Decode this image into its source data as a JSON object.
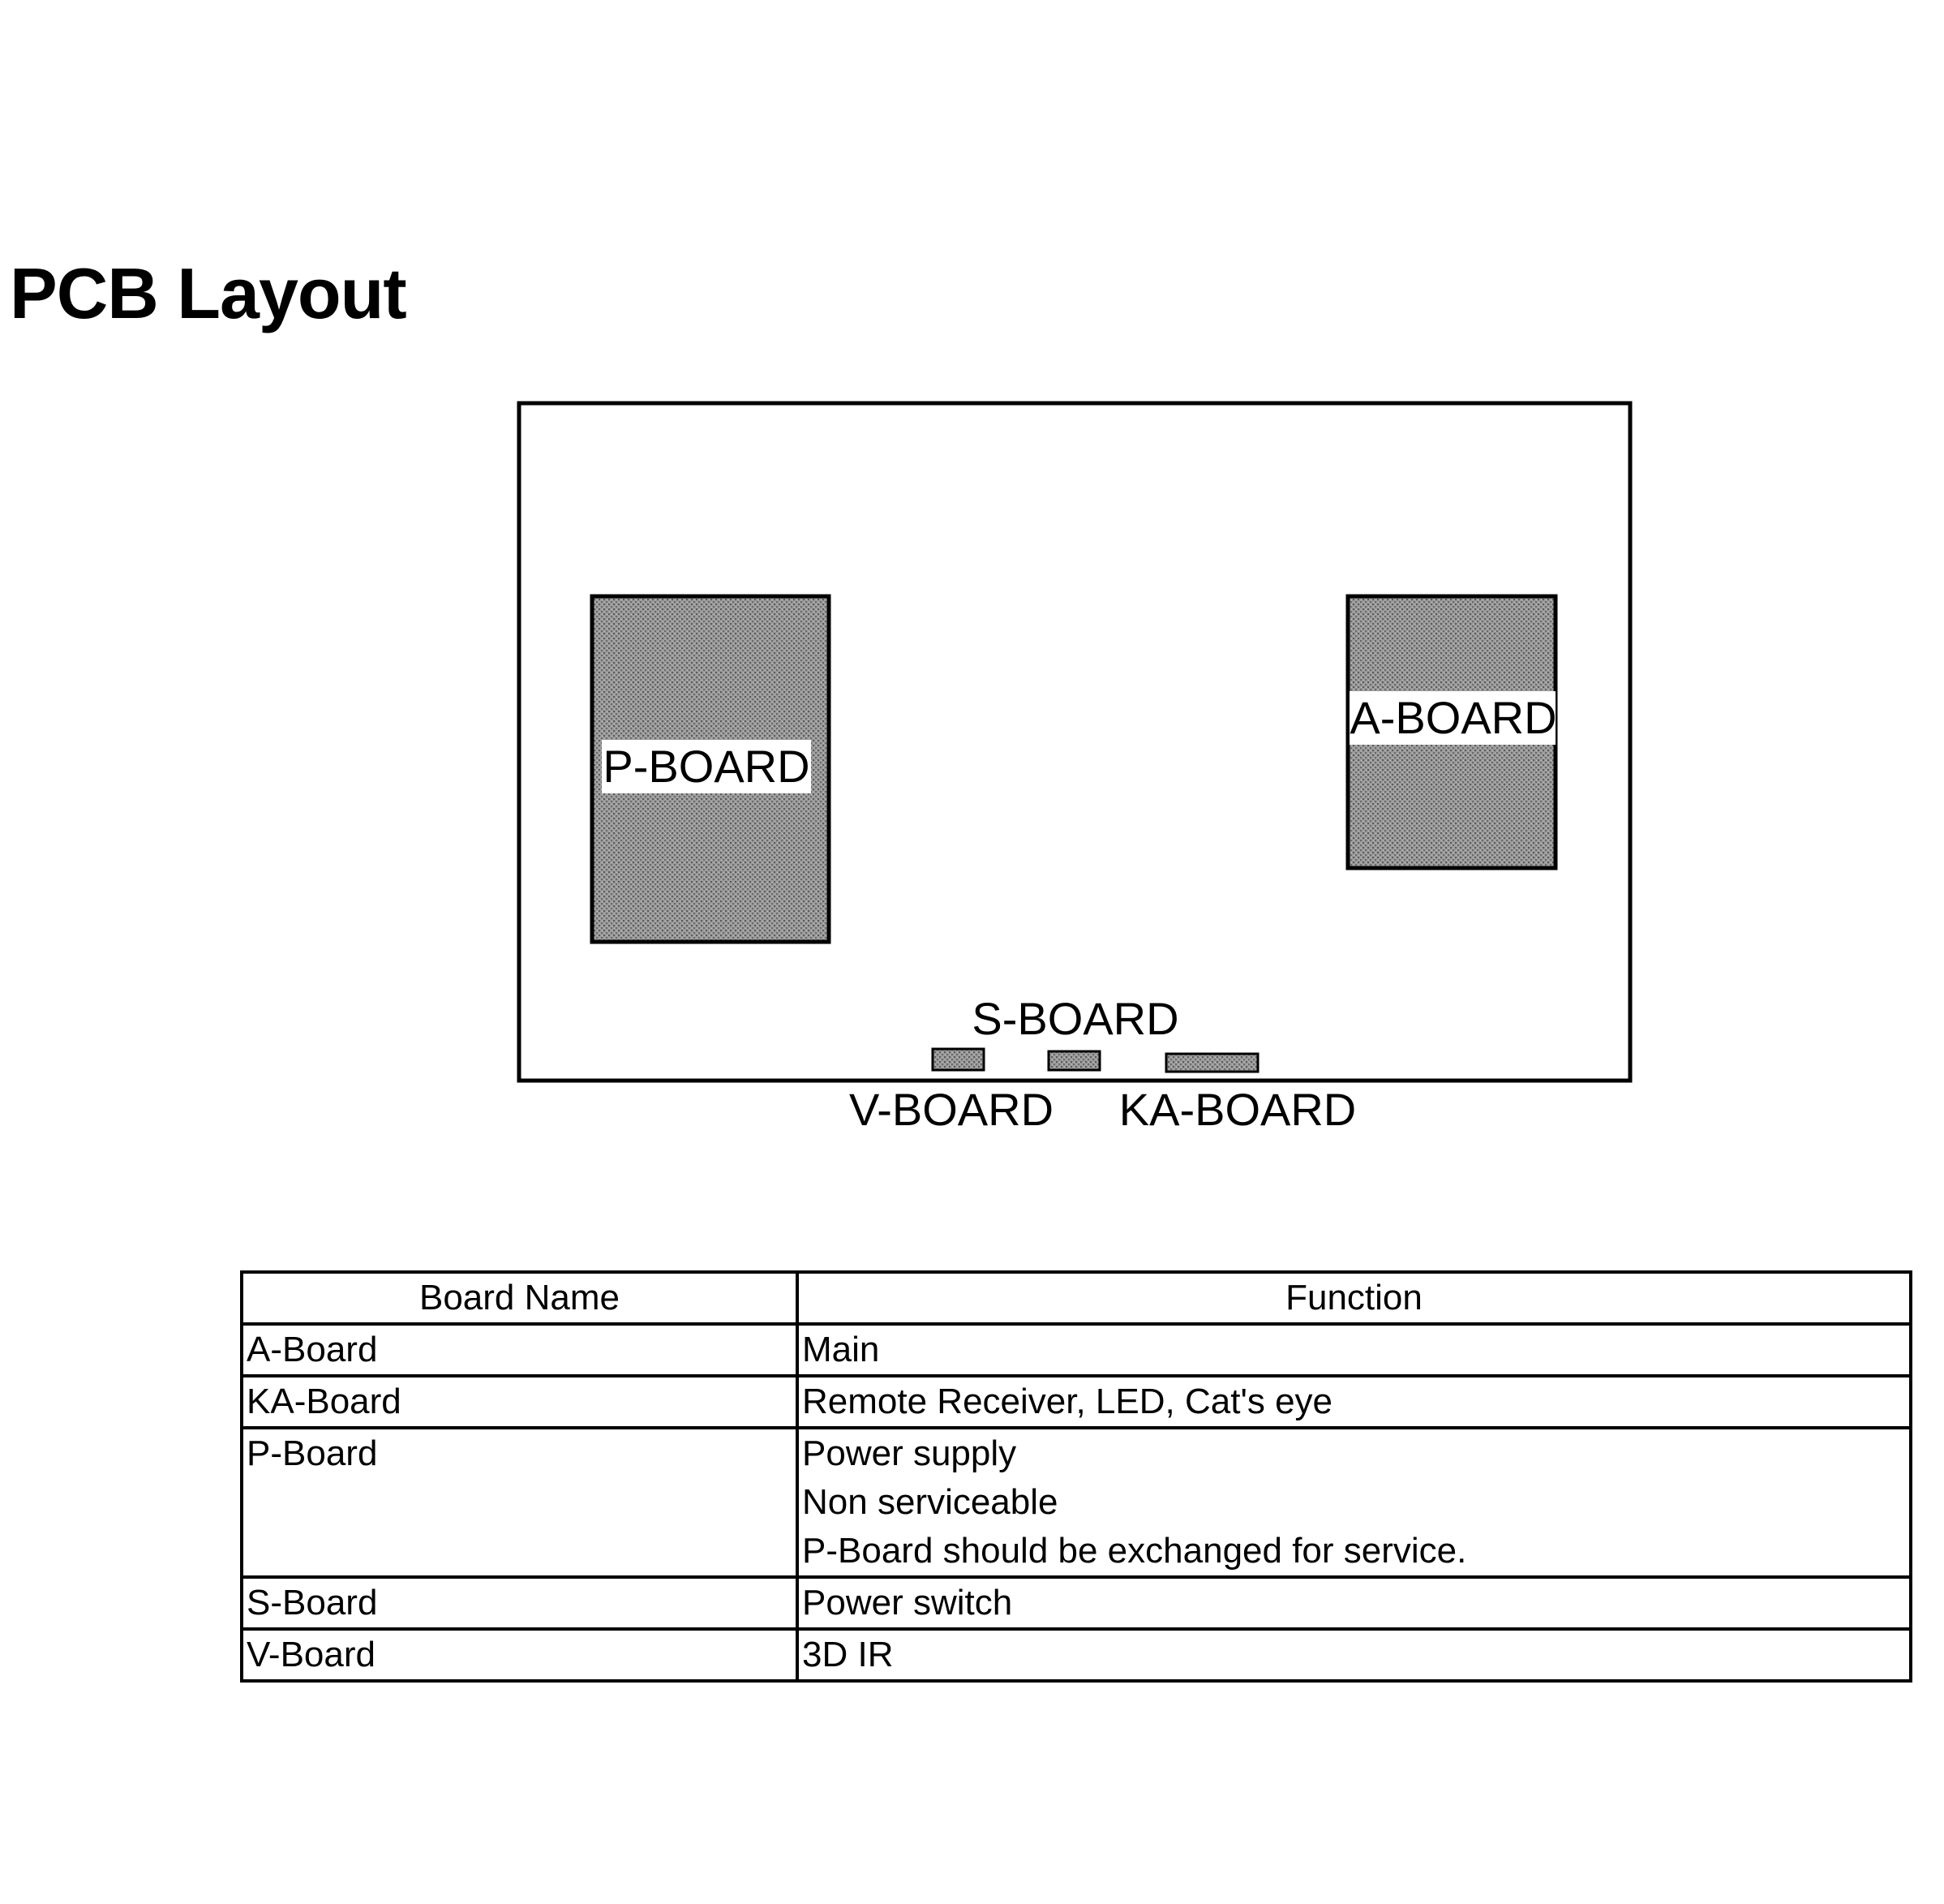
{
  "page": {
    "title": "PCB Layout"
  },
  "diagram": {
    "boards": {
      "p_board": "P-BOARD",
      "a_board": "A-BOARD",
      "s_board": "S-BOARD",
      "v_board": "V-BOARD",
      "ka_board": "KA-BOARD"
    },
    "colors": {
      "outline": "#000000",
      "board_fill": "#8a8a8a"
    }
  },
  "table": {
    "headers": {
      "board_name": "Board Name",
      "function": "Function"
    },
    "rows": [
      {
        "name": "A-Board",
        "function": [
          "Main"
        ]
      },
      {
        "name": "KA-Board",
        "function": [
          "Remote Receiver, LED, Cat's eye"
        ]
      },
      {
        "name": "P-Board",
        "function": [
          "Power supply",
          "Non serviceable",
          "P-Board should be exchanged for service."
        ]
      },
      {
        "name": "S-Board",
        "function": [
          "Power switch"
        ]
      },
      {
        "name": "V-Board",
        "function": [
          "3D IR"
        ]
      }
    ]
  }
}
